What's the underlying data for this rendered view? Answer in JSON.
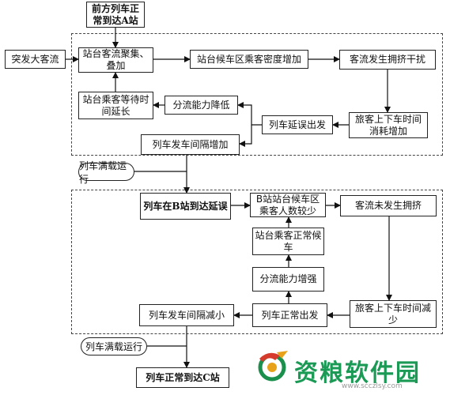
{
  "diagram": {
    "top_node": "前方列车正常到达A站",
    "sudden_node": "突发大客流",
    "group1": {
      "gather": "站台客流聚集、叠加",
      "density_up": "站台候车区乘客密度增加",
      "crowding": "客流发生拥挤干扰",
      "board_time_up": "旅客上下车时间消耗增加",
      "train_delay": "列车延误出发",
      "diversion_down": "分流能力降低",
      "wait_longer": "站台乘客等待时间延长",
      "headway_up": "列车发车间隔增加"
    },
    "full_run_1": "列车满载运行",
    "group2": {
      "delayed_arrival": "列车在B站到达延误",
      "fewer_passengers": "B站站台候车区乘客人数较少",
      "no_crowding": "客流未发生拥挤",
      "board_time_down": "旅客上下车时间减少",
      "normal_depart": "列车正常出发",
      "headway_down": "列车发车间隔减小",
      "diversion_up": "分流能力增强",
      "normal_wait": "站台乘客正常候车"
    },
    "full_run_2": "列车满载运行",
    "bottom_node": "列车正常到达C站"
  },
  "watermark": {
    "text": "资粮软件园",
    "url": "www.scczlsy.com"
  }
}
